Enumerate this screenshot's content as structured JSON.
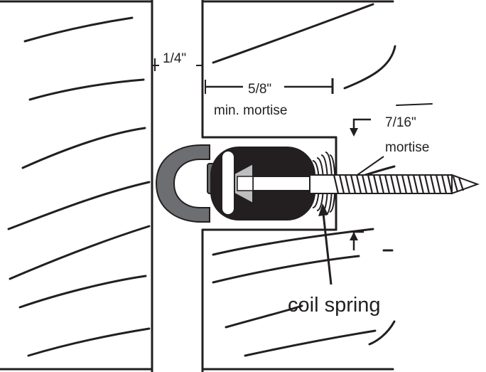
{
  "labels": {
    "gap_width": "1/4\"",
    "mortise_depth": "5/8\"",
    "mortise_depth_note": "min. mortise",
    "mortise_width": "7/16\"",
    "mortise_width_note": "mortise",
    "spring_callout": "coil spring"
  },
  "colors": {
    "line": "#231f20",
    "fill_dark": "#231f20",
    "fill_grey": "#6d6e71",
    "fill_light": "#bcbec0",
    "background": "#ffffff"
  }
}
